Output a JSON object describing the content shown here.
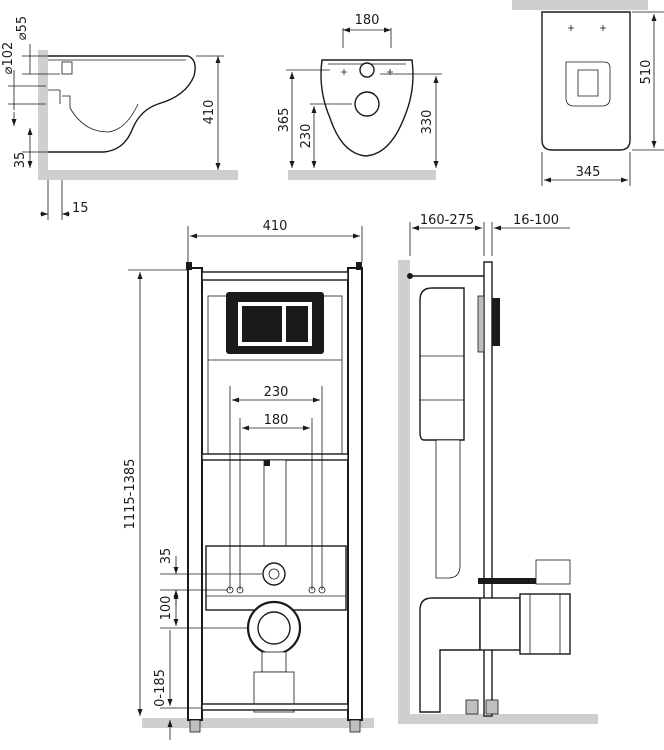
{
  "dimensions": {
    "side_diameter_small": "⌀55",
    "side_diameter_large": "⌀102",
    "side_height": "410",
    "side_offset": "35",
    "side_gap": "15",
    "front_width": "180",
    "front_height_left": "365",
    "front_height_mid": "230",
    "front_height_right": "330",
    "top_depth": "510",
    "top_width": "345",
    "frame_width": "410",
    "frame_height": "1115-1385",
    "inner_230": "230",
    "inner_180": "180",
    "connector_35": "35",
    "connector_100": "100",
    "leg_range": "0-185",
    "wall_depth": "160-275",
    "wall_offset": "16-100"
  }
}
